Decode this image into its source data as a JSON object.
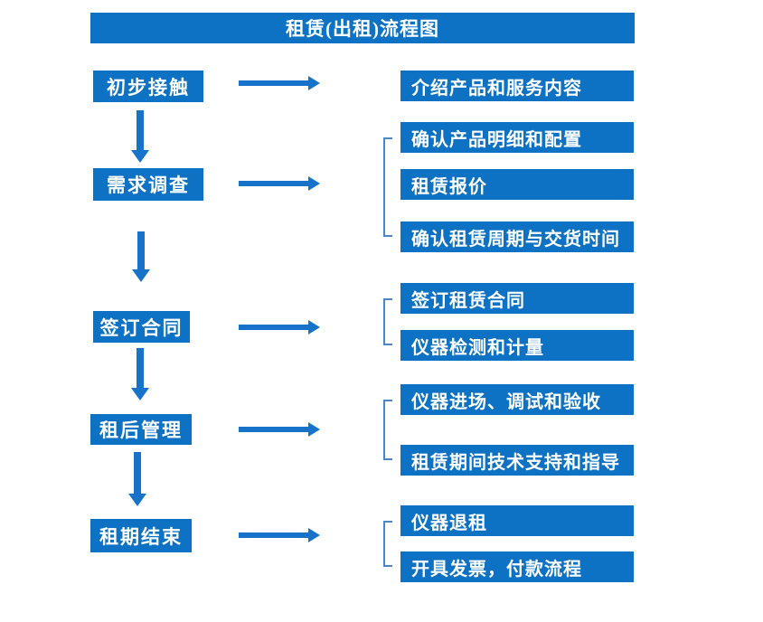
{
  "title": "租赁(出租)流程图",
  "colors": {
    "box_blue": "#0d72c4",
    "arrow_blue": "#1673c9",
    "bracket_blue": "#4a86c8",
    "text_white": "#ffffff"
  },
  "steps": [
    {
      "label": "初步接触",
      "details": [
        "介绍产品和服务内容"
      ]
    },
    {
      "label": "需求调查",
      "details": [
        "确认产品明细和配置",
        "租赁报价",
        "确认租赁周期与交货时间"
      ]
    },
    {
      "label": "签订合同",
      "details": [
        "签订租赁合同",
        "仪器检测和计量"
      ]
    },
    {
      "label": "租后管理",
      "details": [
        "仪器进场、调试和验收",
        "租赁期间技术支持和指导"
      ]
    },
    {
      "label": "租期结束",
      "details": [
        "仪器退租",
        "开具发票，付款流程"
      ]
    }
  ]
}
